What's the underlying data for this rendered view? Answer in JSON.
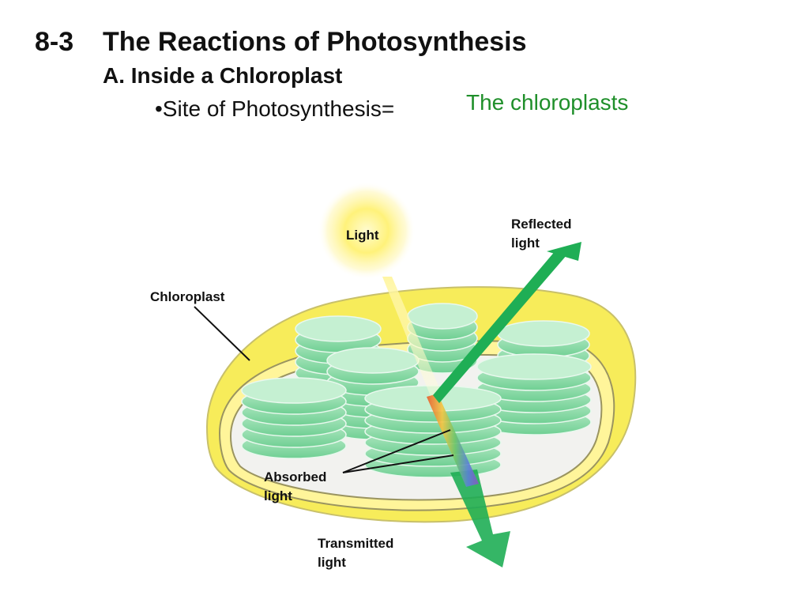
{
  "slide": {
    "number": "8-3",
    "title": "The Reactions of Photosynthesis",
    "subtitle": "A.  Inside a Chloroplast",
    "bullet": "•Site of Photosynthesis=",
    "answer": "The chloroplasts"
  },
  "colors": {
    "answer": "#1f8f2a",
    "arrow": "#1fae55",
    "membrane_yellow": "#f5e94a",
    "stroma": "#f1f1ee",
    "thylakoid": "#8fdba8"
  },
  "diagram": {
    "labels": {
      "light": "Light",
      "reflected": [
        "Reflected",
        "light"
      ],
      "chloroplast": "Chloroplast",
      "absorbed": [
        "Absorbed",
        "light"
      ],
      "transmitted": [
        "Transmitted",
        "light"
      ]
    }
  }
}
